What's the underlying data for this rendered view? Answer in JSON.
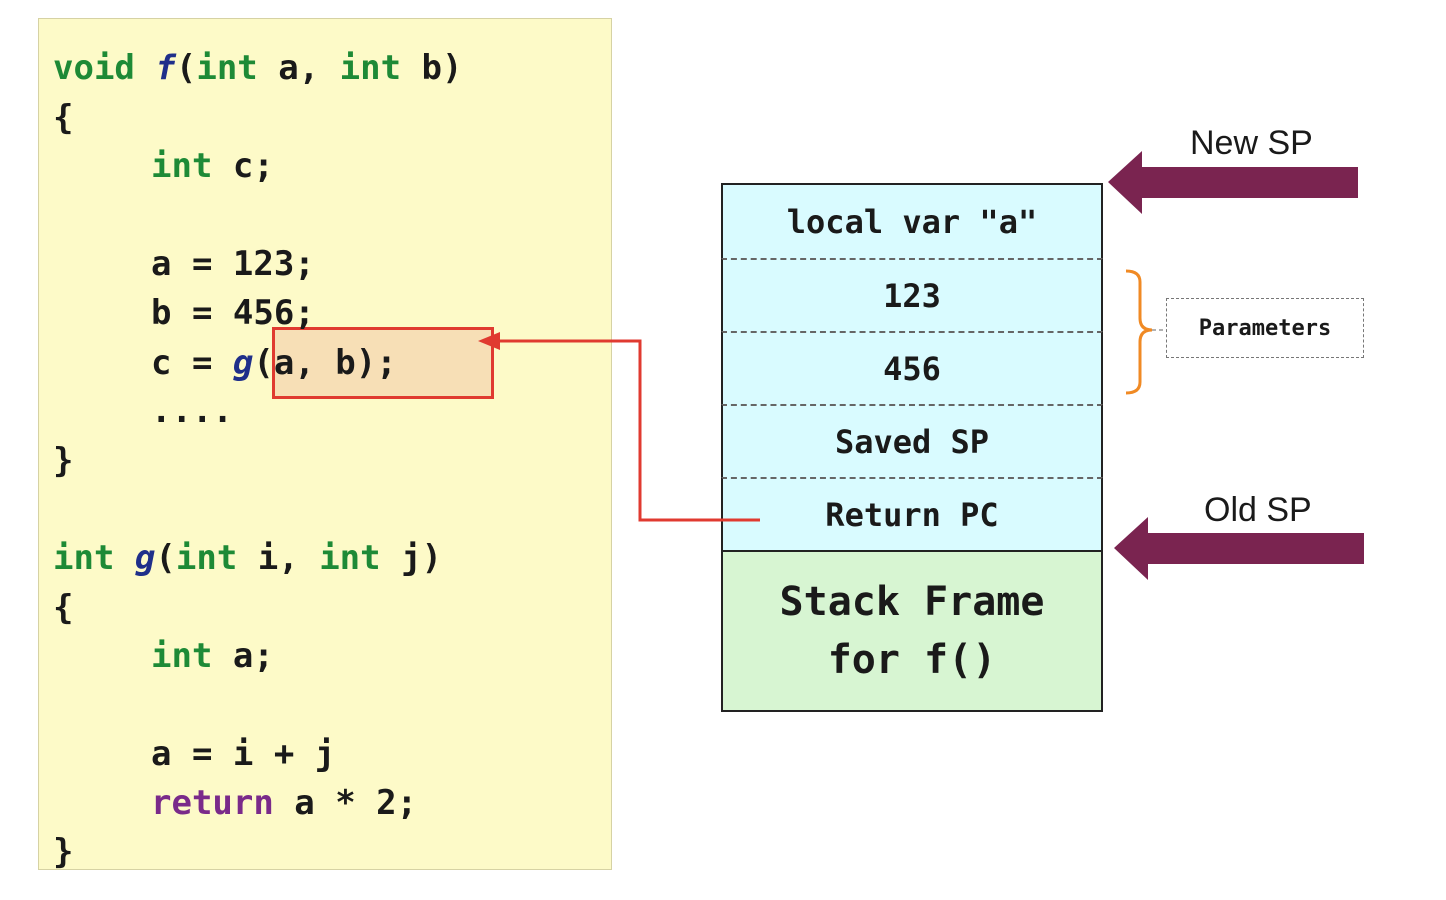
{
  "code": {
    "f_signature": {
      "ret": "void",
      "name": "f",
      "open": "(",
      "type1": "int",
      "arg1": " a, ",
      "type2": "int",
      "arg2": " b)"
    },
    "f_open_brace": "{",
    "f_decl": {
      "type": "int",
      "rest": " c;"
    },
    "f_assign_a": "a = 123;",
    "f_assign_b": "b = 456;",
    "f_assign_c_prefix": "c = ",
    "f_call": {
      "name": "g",
      "rest": "(a, b);"
    },
    "f_ellipsis": "....",
    "f_close_brace": "}",
    "g_signature": {
      "ret": "int",
      "name": "g",
      "open": "(",
      "type1": "int",
      "arg1": " i, ",
      "type2": "int",
      "arg2": " j)"
    },
    "g_open_brace": "{",
    "g_decl": {
      "type": "int",
      "rest": " a;"
    },
    "g_assign": "a = i + j",
    "g_return": {
      "kw": "return",
      "rest": " a * 2;"
    },
    "g_close_brace": "}"
  },
  "stack": {
    "cells": [
      "local var \"a\"",
      "123",
      "456",
      "Saved SP",
      "Return PC"
    ],
    "frame_line1": "Stack Frame",
    "frame_line2": "for f()"
  },
  "labels": {
    "new_sp": "New SP",
    "old_sp": "Old SP",
    "parameters": "Parameters"
  },
  "colors": {
    "code_bg": "#fdfac8",
    "stack_cell_bg": "#d9fbff",
    "stack_frame_bg": "#d7f5d2",
    "sp_arrow": "#7a2450",
    "return_arrow": "#e03a30",
    "brace": "#f08a24"
  }
}
